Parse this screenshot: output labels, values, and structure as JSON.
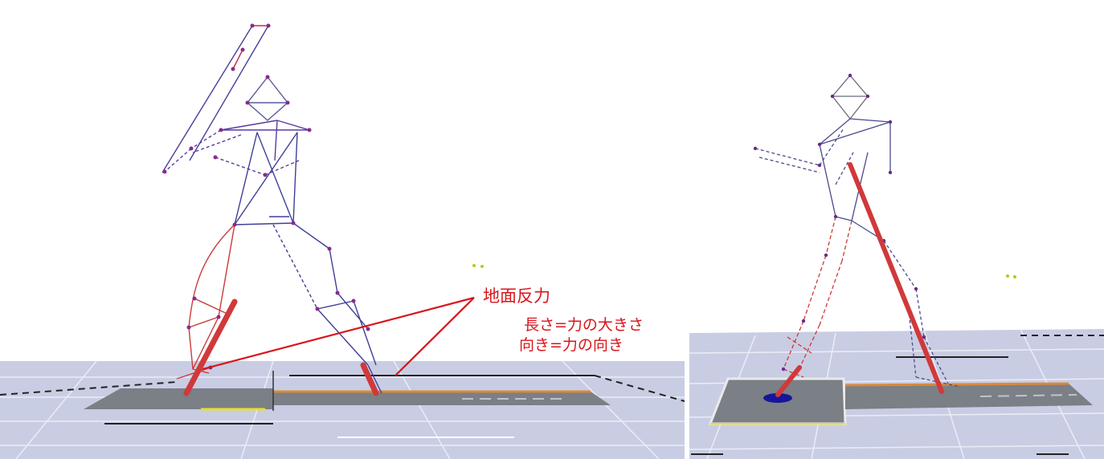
{
  "annotation": {
    "title": "地面反力",
    "line1": "長さ=力の大きさ",
    "line2": "向き=力の向き"
  },
  "colors": {
    "ground_plane": "#c7cce2",
    "force_plate": "#7b7f86",
    "force_vector": "#d0393a",
    "skeleton_blue": "#3f3f9a",
    "skeleton_red": "#cc3a3a",
    "skeleton_purple": "#8a3aa0",
    "marker": "#8a2a8a",
    "annotation_text": "#d9141b"
  },
  "panels": [
    {
      "name": "left-panel",
      "figure": "batting-stance"
    },
    {
      "name": "right-panel",
      "figure": "batting-follow-through"
    }
  ]
}
